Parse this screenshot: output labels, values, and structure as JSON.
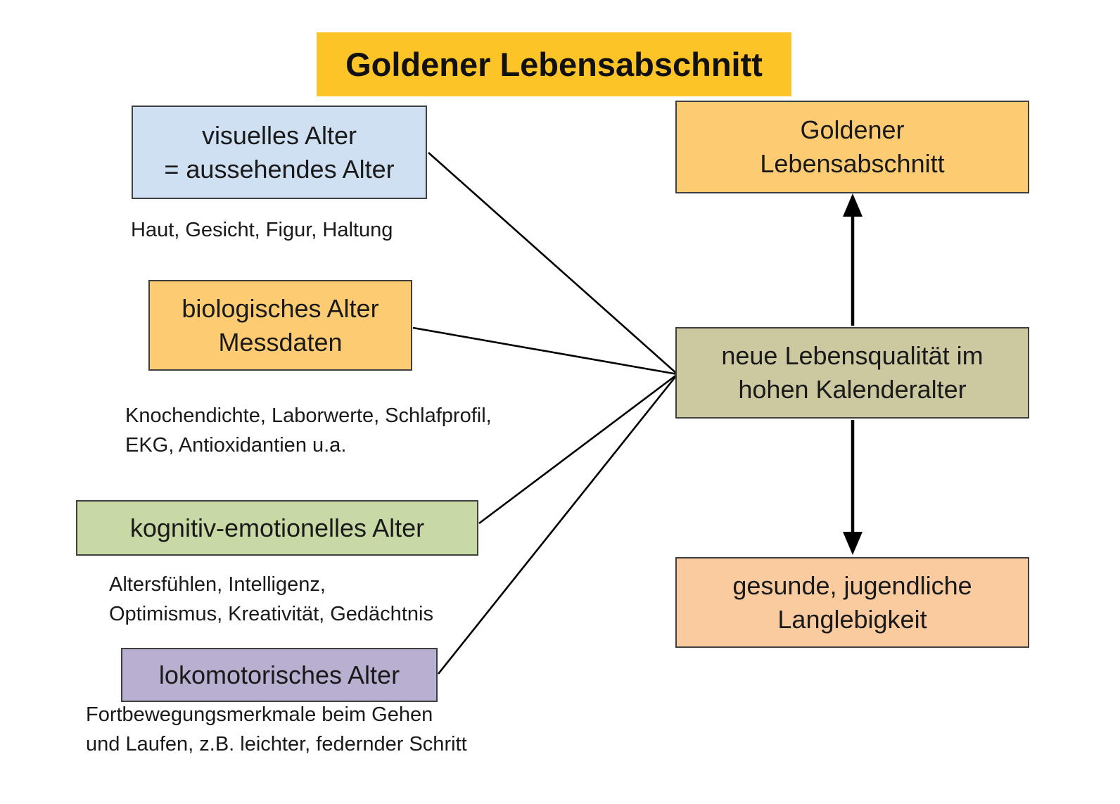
{
  "title": "Goldener Lebensabschnitt",
  "nodes": {
    "visual_age": {
      "line1": "visuelles Alter",
      "line2": "= aussehendes Alter",
      "caption": "Haut, Gesicht, Figur, Haltung"
    },
    "biological_age": {
      "line1": "biologisches Alter",
      "line2": "Messdaten",
      "caption_line1": "Knochendichte, Laborwerte, Schlafprofil,",
      "caption_line2": "EKG, Antioxidantien u.a."
    },
    "cognitive_emotional_age": {
      "label": "kognitiv-emotionelles Alter",
      "caption_line1": "Altersfühlen, Intelligenz,",
      "caption_line2": "Optimismus, Kreativität, Gedächtnis"
    },
    "locomotor_age": {
      "label": "lokomotorisches Alter",
      "caption_line1": "Fortbewegungsmerkmale beim Gehen",
      "caption_line2": "und Laufen, z.B. leichter, federnder Schritt"
    },
    "golden_phase": {
      "line1": "Goldener",
      "line2": "Lebensabschnitt"
    },
    "new_quality": {
      "line1": "neue Lebensqualität im",
      "line2": "hohen Kalenderalter"
    },
    "longevity": {
      "line1": "gesunde, jugendliche",
      "line2": "Langlebigkeit"
    }
  },
  "colors": {
    "background": "#ffffff",
    "title_fill": "#fdc428",
    "box_border": "#3f3f3f",
    "visual_fill": "#cfe0f2",
    "biological_fill": "#fccb72",
    "cognitive_fill": "#c9d9a5",
    "locomotor_fill": "#b9afd0",
    "golden_fill": "#fccb72",
    "quality_fill": "#ccc8a0",
    "longevity_fill": "#facb9f",
    "connector_color": "#000000",
    "text_color": "#1a1a1a"
  }
}
